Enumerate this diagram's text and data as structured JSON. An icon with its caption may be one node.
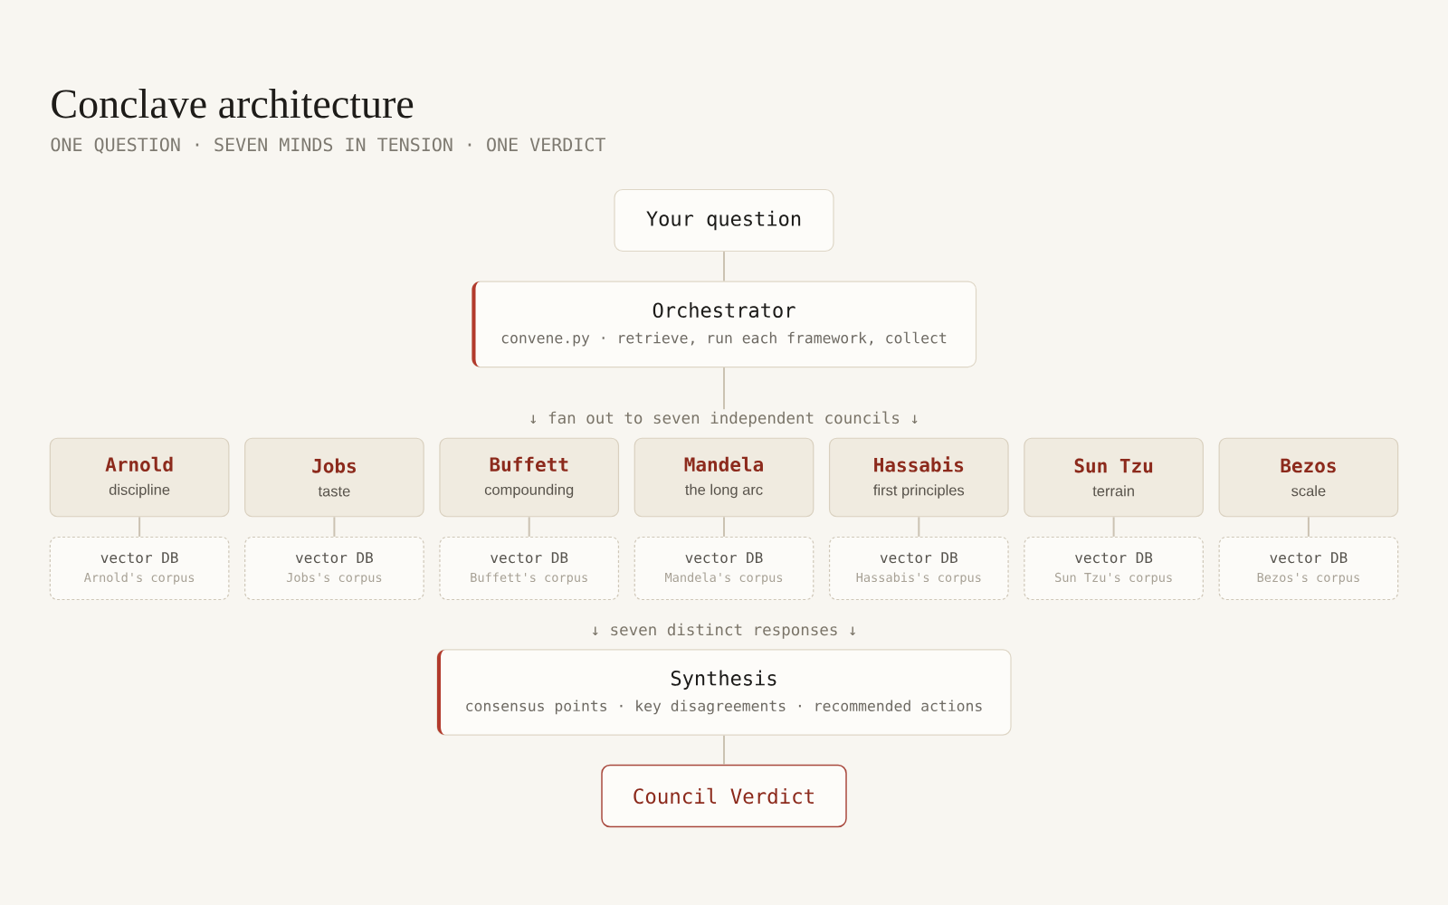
{
  "diagram": {
    "title": "Conclave architecture",
    "nodes": [
      {
        "text": [
          "Your question"
        ]
      },
      {
        "text": [
          "Orchestrator",
          "convene.py · retrieve, run each framework, collect"
        ]
      },
      {
        "text": [
          "↓ fan out to seven independent councils ↓"
        ]
      },
      {
        "text": [
          "Arnold",
          "discipline"
        ]
      },
      {
        "text": [
          "Jobs",
          "taste"
        ]
      },
      {
        "text": [
          "Buffett",
          "compounding"
        ]
      },
      {
        "text": [
          "Mandela",
          "the long arc"
        ]
      },
      {
        "text": [
          "Hassabis",
          "first principles"
        ]
      },
      {
        "text": [
          "Sun Tzu",
          "terrain"
        ]
      },
      {
        "text": [
          "Bezos",
          "scale"
        ]
      },
      {
        "text": [
          "vector DB",
          "Arnold's corpus"
        ]
      },
      {
        "text": [
          "vector DB",
          "Jobs's corpus"
        ]
      },
      {
        "text": [
          "vector DB",
          "Buffett's corpus"
        ]
      },
      {
        "text": [
          "vector DB",
          "Mandela's corpus"
        ]
      },
      {
        "text": [
          "vector DB",
          "Hassabis's corpus"
        ]
      },
      {
        "text": [
          "vector DB",
          "Sun Tzu's corpus"
        ]
      },
      {
        "text": [
          "vector DB",
          "Bezos's corpus"
        ]
      },
      {
        "text": [
          "Synthesis",
          "consensus points · key disagreements · recommended actions"
        ]
      },
      {
        "text": [
          "Council Verdict"
        ]
      }
    ],
    "edges": [
      {
        "from": 0,
        "to": 1,
        "arrow": "none"
      },
      {
        "from": 1,
        "to": 2,
        "arrow": "none"
      },
      {
        "from": 3,
        "to": 10,
        "arrow": "none"
      },
      {
        "from": 4,
        "to": 11,
        "arrow": "none"
      },
      {
        "from": 5,
        "to": 12,
        "arrow": "none"
      },
      {
        "from": 6,
        "to": 13,
        "arrow": "none"
      },
      {
        "from": 7,
        "to": 14,
        "arrow": "none"
      },
      {
        "from": 8,
        "to": 15,
        "arrow": "none"
      },
      {
        "from": 9,
        "to": 16,
        "arrow": "none"
      },
      {
        "from": 17,
        "to": 18,
        "arrow": "none"
      }
    ],
    "labels": [
      "ONE QUESTION · SEVEN MINDS IN TENSION · ONE VERDICT",
      "↓ seven distinct responses ↓"
    ]
  }
}
